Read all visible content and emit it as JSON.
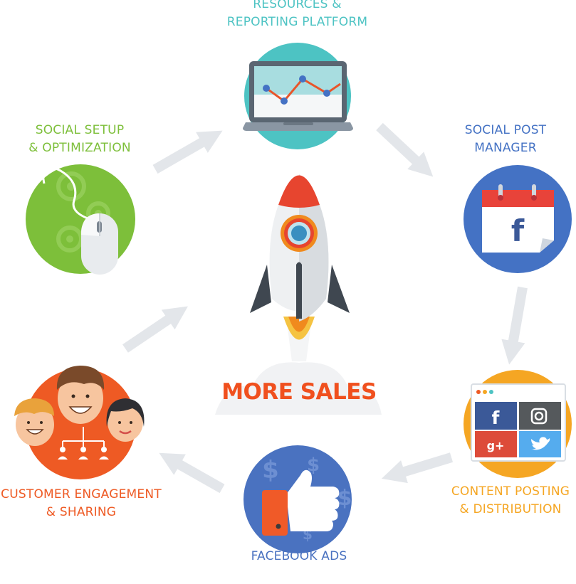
{
  "center": {
    "title": "MORE SALES"
  },
  "steps": {
    "resources": {
      "line1": "RESOURCES &",
      "line2": "REPORTING PLATFORM"
    },
    "social_post": {
      "line1": "SOCIAL POST",
      "line2": "MANAGER"
    },
    "content": {
      "line1": "CONTENT POSTING",
      "line2": "& DISTRIBUTION"
    },
    "facebook_ads": {
      "line1": "FACEBOOK ADS"
    },
    "customer": {
      "line1": "CUSTOMER ENGAGEMENT",
      "line2": "& SHARING"
    },
    "setup": {
      "line1": "SOCIAL SETUP",
      "line2": "& OPTIMIZATION"
    }
  },
  "icons": {
    "resources": "laptop-chart-icon",
    "social_post": "facebook-calendar-icon",
    "content": "social-media-grid-icon",
    "facebook_ads": "thumbs-up-dollar-icon",
    "customer": "people-network-icon",
    "setup": "mouse-gears-icon",
    "center": "rocket-icon"
  },
  "colors": {
    "resources": "#4dc3c3",
    "social_post": "#4472c4",
    "content": "#f5a623",
    "facebook_ads": "#4a72c0",
    "customer": "#ee5a24",
    "setup": "#7dbf3a",
    "center_title": "#f0501e",
    "arrows": "#e3e6ea"
  }
}
